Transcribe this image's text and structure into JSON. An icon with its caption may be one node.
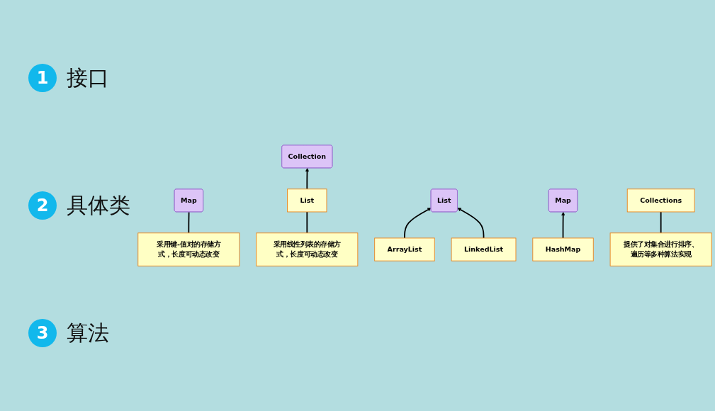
{
  "diagram": {
    "nodes": [
      {
        "text": [
          "Collection"
        ]
      },
      {
        "text": [
          "Map"
        ]
      },
      {
        "text": [
          "采用键-值对的存储方式，长度可动态改变"
        ]
      },
      {
        "text": [
          "List"
        ]
      },
      {
        "text": [
          "采用线性列表的存储方式，长度可动态改变"
        ]
      },
      {
        "text": [
          "List"
        ]
      },
      {
        "text": [
          "Map"
        ]
      },
      {
        "text": [
          "ArrayList"
        ]
      },
      {
        "text": [
          "LinkedList"
        ]
      },
      {
        "text": [
          "HashMap"
        ]
      },
      {
        "text": [
          "Collections"
        ]
      },
      {
        "text": [
          "提供了对集合进行排序、遍历等多种算法实现"
        ]
      }
    ],
    "edges": [
      {
        "from": 3,
        "to": 0,
        "arrow": "to"
      },
      {
        "from": 2,
        "to": 1,
        "arrow": "none"
      },
      {
        "from": 4,
        "to": 3,
        "arrow": "none"
      },
      {
        "from": 7,
        "to": 5,
        "arrow": "to"
      },
      {
        "from": 8,
        "to": 5,
        "arrow": "to"
      },
      {
        "from": 9,
        "to": 6,
        "arrow": "to"
      },
      {
        "from": 11,
        "to": 10,
        "arrow": "none"
      }
    ],
    "labels": [
      "1",
      "接口",
      "2",
      "具体类",
      "3",
      "算法"
    ]
  }
}
